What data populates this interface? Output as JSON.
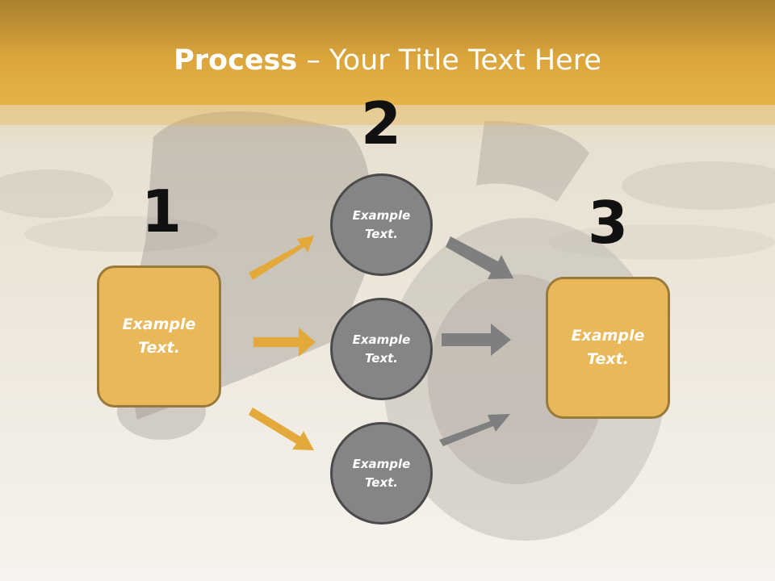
{
  "title": {
    "bold": "Process",
    "rest": " – Your Title Text Here"
  },
  "steps": {
    "one": "1",
    "two": "2",
    "three": "3"
  },
  "left_box": "Example Text.",
  "right_box": "Example Text.",
  "circles": [
    "Example Text.",
    "Example Text.",
    "Example Text."
  ],
  "colors": {
    "banner": "#e3aa38",
    "box_fill": "#e8b85a",
    "box_border": "#9a7a3a",
    "circle_fill": "#858585",
    "arrow_gold": "#e3a93a",
    "arrow_gray": "#7f7f7f"
  }
}
